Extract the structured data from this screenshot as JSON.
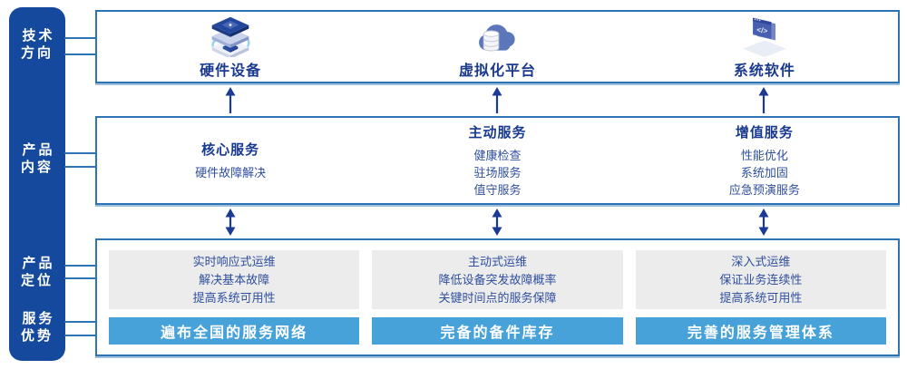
{
  "sidebar": {
    "items": [
      {
        "lines": [
          "技术",
          "方向"
        ]
      },
      {
        "lines": [
          "产品",
          "内容"
        ]
      },
      {
        "lines": [
          "产品",
          "定位"
        ]
      },
      {
        "lines": [
          "服务",
          "优势"
        ]
      }
    ]
  },
  "tech_row": {
    "columns": [
      {
        "icon": "server-stack-icon",
        "label": "硬件设备"
      },
      {
        "icon": "cloud-database-icon",
        "label": "虚拟化平台"
      },
      {
        "icon": "code-window-icon",
        "label": "系统软件"
      }
    ]
  },
  "content_row": {
    "columns": [
      {
        "heading": "核心服务",
        "items": [
          "硬件故障解决"
        ]
      },
      {
        "heading": "主动服务",
        "items": [
          "健康检查",
          "驻场服务",
          "值守服务"
        ]
      },
      {
        "heading": "增值服务",
        "items": [
          "性能优化",
          "系统加固",
          "应急预演服务"
        ]
      }
    ]
  },
  "positioning_row": {
    "columns": [
      {
        "points": [
          "实时响应式运维",
          "解决基本故障",
          "提高系统可用性"
        ],
        "banner": "遍布全国的服务网络"
      },
      {
        "points": [
          "主动式运维",
          "降低设备突发故障概率",
          "关键时间点的服务保障"
        ],
        "banner": "完备的备件库存"
      },
      {
        "points": [
          "深入式运维",
          "保证业务连续性",
          "提高系统可用性"
        ],
        "banner": "完善的服务管理体系"
      }
    ]
  },
  "colors": {
    "sidebar_bg": "#14499d",
    "box_border": "#2e74b5",
    "heading_text": "#17398f",
    "body_text": "#2f4f9e",
    "banner_bg": "#47a2da",
    "banner_text": "#ffffff",
    "gray_box_bg": "#ececec",
    "arrow": "#1b3a94"
  }
}
